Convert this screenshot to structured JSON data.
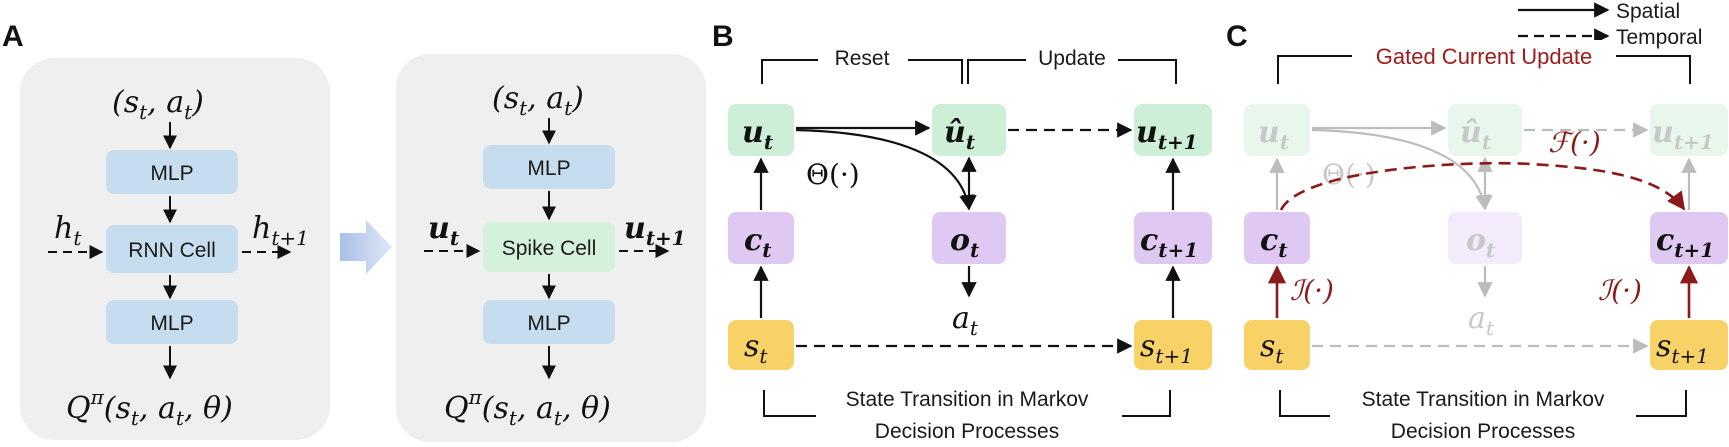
{
  "panels": {
    "a_label": "A",
    "b_label": "B",
    "c_label": "C"
  },
  "panel_a": {
    "left": {
      "input": "(s",
      "input_sub": "t",
      "input_mid": ", a",
      "input_sub2": "t",
      "input_end": ")",
      "mlp_top": "MLP",
      "cell": "RNN Cell",
      "mlp_bottom": "MLP",
      "hidden_in": "h",
      "hidden_in_sub": "t",
      "hidden_out": "h",
      "hidden_out_sub": "t+1",
      "output": "Q",
      "output_sup": "π",
      "output_args": "(s",
      "output_sub": "t",
      "output_mid": ", a",
      "output_sub2": "t",
      "output_end": ", θ)"
    },
    "right": {
      "input": "(s",
      "input_sub": "t",
      "input_mid": ", a",
      "input_sub2": "t",
      "input_end": ")",
      "mlp_top": "MLP",
      "cell": "Spike Cell",
      "mlp_bottom": "MLP",
      "hidden_in": "u",
      "hidden_in_sub": "t",
      "hidden_out": "u",
      "hidden_out_sub": "t+1",
      "output": "Q",
      "output_sup": "π",
      "output_args": "(s",
      "output_sub": "t",
      "output_mid": ", a",
      "output_sub2": "t",
      "output_end": ", θ)"
    }
  },
  "panel_b": {
    "reset": "Reset",
    "update": "Update",
    "u": "u",
    "u_sub": "t",
    "uhat": "û",
    "uhat_sub": "t",
    "u_next": "u",
    "u_next_sub": "t+1",
    "c": "c",
    "c_sub": "t",
    "o": "o",
    "o_sub": "t",
    "c_next": "c",
    "c_next_sub": "t+1",
    "s": "s",
    "s_sub": "t",
    "s_next": "s",
    "s_next_sub": "t+1",
    "a": "a",
    "a_sub": "t",
    "theta": "Θ(·)",
    "caption_line1": "State Transition in Markov",
    "caption_line2": "Decision Processes"
  },
  "panel_c": {
    "gated": "Gated Current Update",
    "legend_spatial": "Spatial",
    "legend_temporal": "Temporal",
    "u": "u",
    "u_sub": "t",
    "uhat": "û",
    "uhat_sub": "t",
    "u_next": "u",
    "u_next_sub": "t+1",
    "c": "c",
    "c_sub": "t",
    "o": "o",
    "o_sub": "t",
    "c_next": "c",
    "c_next_sub": "t+1",
    "s": "s",
    "s_sub": "t",
    "s_next": "s",
    "s_next_sub": "t+1",
    "a": "a",
    "a_sub": "t",
    "theta": "Θ(·)",
    "f": "ℱ(·)",
    "i_left": "ℐ(·)",
    "i_right": "ℐ(·)",
    "caption_line1": "State Transition in Markov",
    "caption_line2": "Decision Processes"
  },
  "colors": {
    "panel_bg": "#efefef",
    "mlp_blue": "#c6dcef",
    "spike_green": "#d5f1dc",
    "u_green": "#cdeed7",
    "c_purple": "#dfc9f3",
    "s_yellow": "#f8d267",
    "gated_red": "#8b1a1a"
  }
}
